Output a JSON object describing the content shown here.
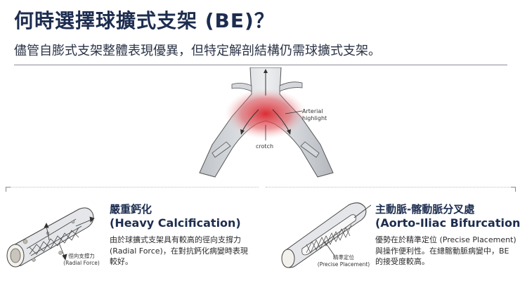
{
  "header": {
    "title": "何時選擇球擴式支架 (BE)？",
    "subtitle": "儘管自膨式支架整體表現優異，但特定解剖結構仍需球擴式支架。"
  },
  "hero": {
    "arterial_label_line1": "Arterial",
    "arterial_label_line2": "highlight",
    "crotch_label": "crotch"
  },
  "cards": [
    {
      "title_zh": "嚴重鈣化",
      "title_en": "(Heavy Calcification)",
      "desc_line1": "由於球擴式支架具有較高的徑向支撐力",
      "desc_line2": "(Radial Force)，在對抗鈣化病變時表現",
      "desc_line3": "較好。",
      "figure_label_zh": "徑向支撐力",
      "figure_label_en": "(Radial Force)"
    },
    {
      "title_zh": "主動脈-髂動脈分叉處",
      "title_en": "(Aorto-Iliac Bifurcation)",
      "desc_line1": "優勢在於精準定位 (Precise Placement)",
      "desc_line2": "與操作便利性。在總髂動脈病變中，BE",
      "desc_line3": "的接受度較高。",
      "figure_label_zh": "精準定位",
      "figure_label_en": "(Precise Placement)"
    }
  ],
  "colors": {
    "title": "#1d2d50",
    "highlight": "#d9232b",
    "vessel": "#d8dadd"
  }
}
